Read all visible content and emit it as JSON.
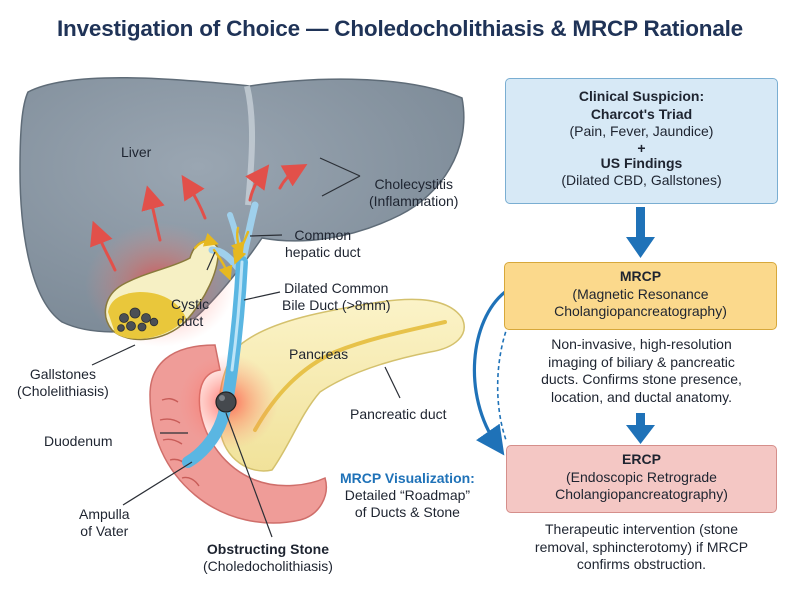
{
  "title": "Investigation of Choice — Choledocholithiasis & MRCP Rationale",
  "anatomy": {
    "liver": "Liver",
    "cholecystitis": [
      "Cholecystitis",
      "(Inflammation)"
    ],
    "common_hepatic_duct": [
      "Common",
      "hepatic duct"
    ],
    "cystic_duct": [
      "Cystic",
      "duct"
    ],
    "dilated_cbd": [
      "Dilated Common",
      "Bile Duct (>8mm)"
    ],
    "gallstones": [
      "Gallstones",
      "(Cholelithiasis)"
    ],
    "pancreas": "Pancreas",
    "pancreatic_duct": "Pancreatic duct",
    "duodenum": "Duodenum",
    "ampulla": [
      "Ampulla",
      "of Vater"
    ],
    "obstructing_stone": [
      "Obstructing Stone",
      "(Choledocholithiasis)"
    ]
  },
  "visualization": {
    "heading": "MRCP Visualization:",
    "lines": [
      "Detailed “Roadmap”",
      "of Ducts & Stone"
    ]
  },
  "flow": {
    "suspicion": {
      "heading1": "Clinical Suspicion:",
      "heading2": "Charcot's Triad",
      "sub1": "(Pain, Fever, Jaundice)",
      "plus": "+",
      "heading3": "US Findings",
      "sub2": "(Dilated CBD, Gallstones)"
    },
    "mrcp": {
      "heading": "MRCP",
      "sub": [
        "(Magnetic Resonance",
        "Cholangiopancreatography)"
      ],
      "description": [
        "Non-invasive, high-resolution",
        "imaging of biliary & pancreatic",
        "ducts. Confirms stone presence,",
        "location, and ductal anatomy."
      ]
    },
    "ercp": {
      "heading": "ERCP",
      "sub": [
        "(Endoscopic Retrograde",
        "Cholangiopancreatography)"
      ],
      "description": [
        "Therapeutic intervention (stone",
        "removal, sphincterotomy) if MRCP",
        "confirms obstruction."
      ]
    }
  },
  "colors": {
    "liver": "#8896a3",
    "bile_duct": "#5ab6e2",
    "pancreas": "#f7ecb5",
    "duodenum": "#ef9c98",
    "gallbladder_bile": "#e9c73b",
    "suspicion_box": "#d7e9f6",
    "mrcp_box": "#fbd98c",
    "ercp_box": "#f4c7c4",
    "flow_arrow": "#1f72b8",
    "inflammation": "#e85550",
    "title": "#1f3357"
  }
}
